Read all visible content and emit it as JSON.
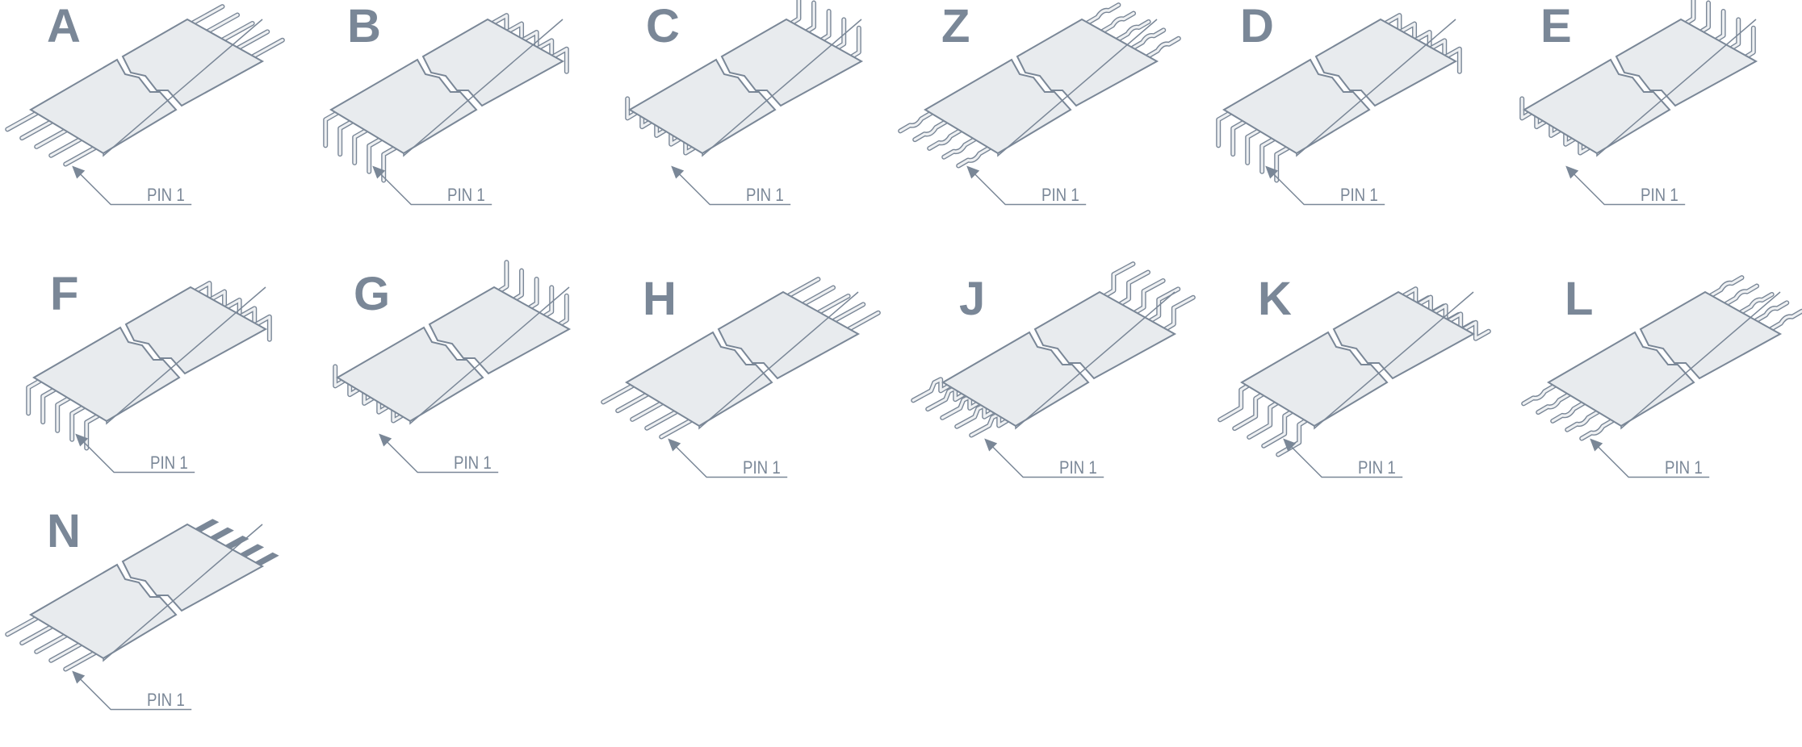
{
  "colors": {
    "ink": "#7a8797",
    "body_fill": "#e8ebee",
    "lead_fill": "#eef0f2"
  },
  "pin_label": "PIN 1",
  "panels": [
    {
      "letter": "A"
    },
    {
      "letter": "B"
    },
    {
      "letter": "C"
    },
    {
      "letter": "Z"
    },
    {
      "letter": "D"
    },
    {
      "letter": "E"
    },
    {
      "letter": "F"
    },
    {
      "letter": "G"
    },
    {
      "letter": "H"
    },
    {
      "letter": "J"
    },
    {
      "letter": "K"
    },
    {
      "letter": "L"
    },
    {
      "letter": "N"
    }
  ]
}
